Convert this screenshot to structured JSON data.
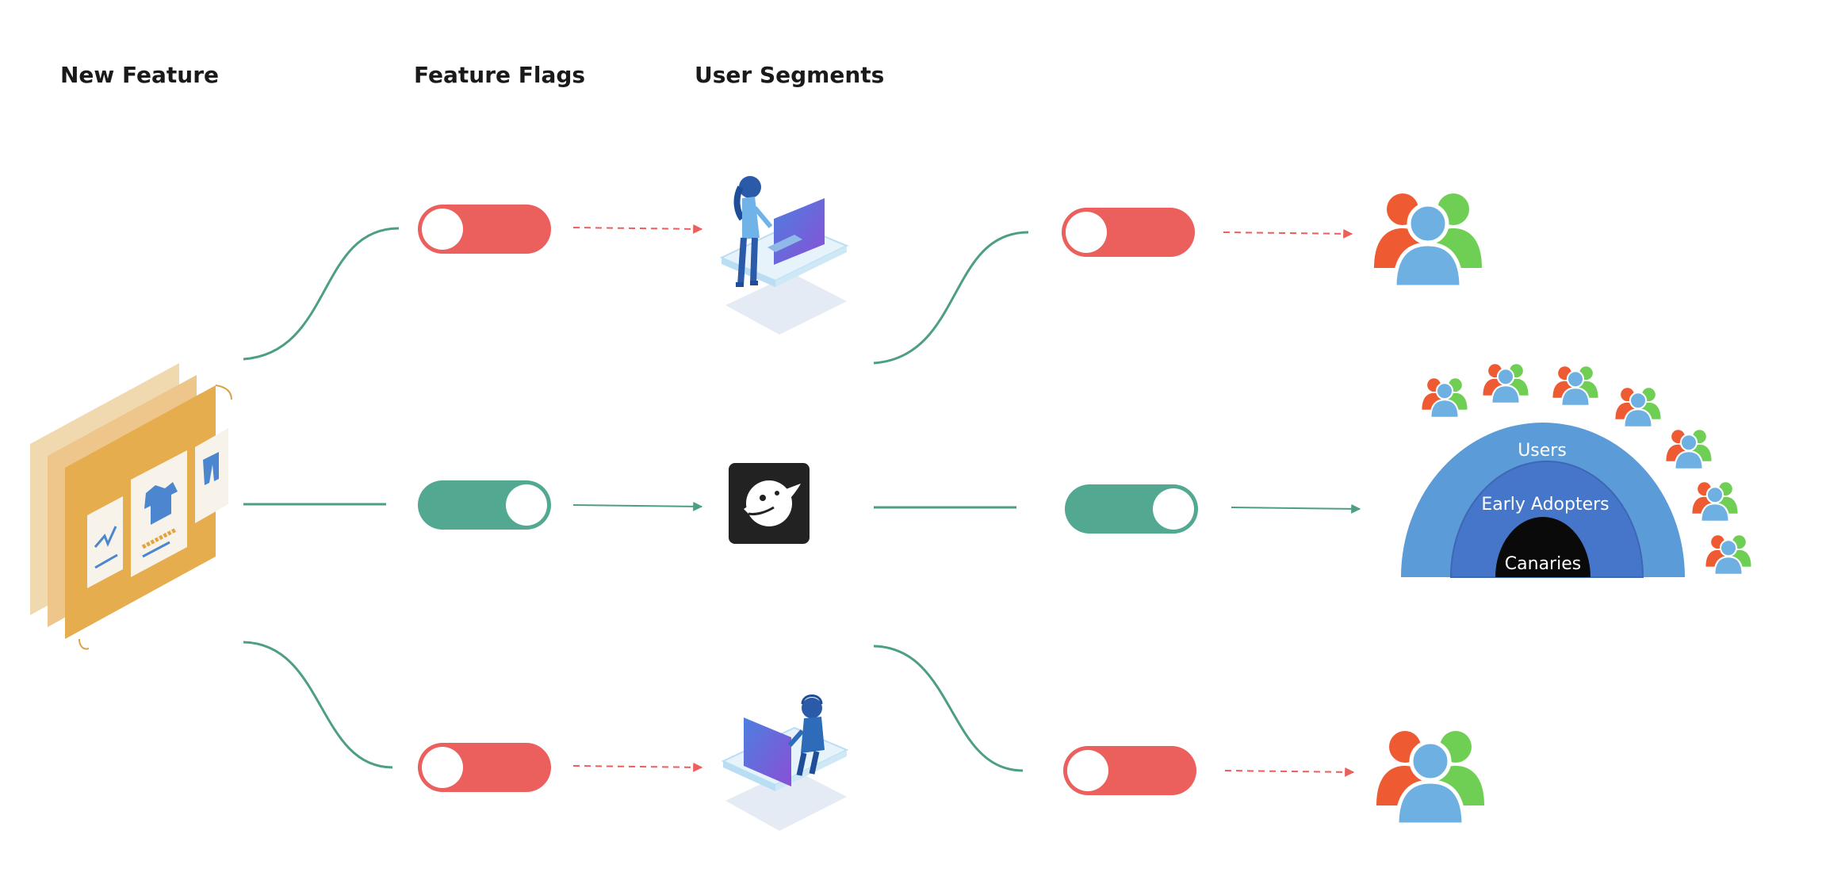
{
  "headings": {
    "new_feature": "New Feature",
    "feature_flags": "Feature Flags",
    "user_segments": "User Segments"
  },
  "toggles": {
    "flag_top": "off",
    "flag_middle": "on",
    "flag_bottom": "off",
    "segment_top": "off",
    "segment_middle": "on",
    "segment_bottom": "off"
  },
  "icons": {
    "feature": "product-cards-icon",
    "segment_top": "woman-at-computer-icon",
    "segment_middle": "app-logo-icon",
    "segment_bottom": "support-agent-icon",
    "audience_top": "user-group-icon",
    "audience_bottom": "user-group-icon"
  },
  "rollout": {
    "rings": [
      "Users",
      "Early Adopters",
      "Canaries"
    ]
  },
  "colors": {
    "on": "#53a892",
    "off": "#eb5f5d",
    "connector": "#4d9e86",
    "feature_gold": "#e6ad4f",
    "ring_outer": "#5b9bd8",
    "ring_middle": "#4676c9",
    "ring_inner": "#0a0a0a",
    "person_center": "#6fb0e2",
    "person_left": "#ee5a32",
    "person_right": "#6fcf55"
  }
}
